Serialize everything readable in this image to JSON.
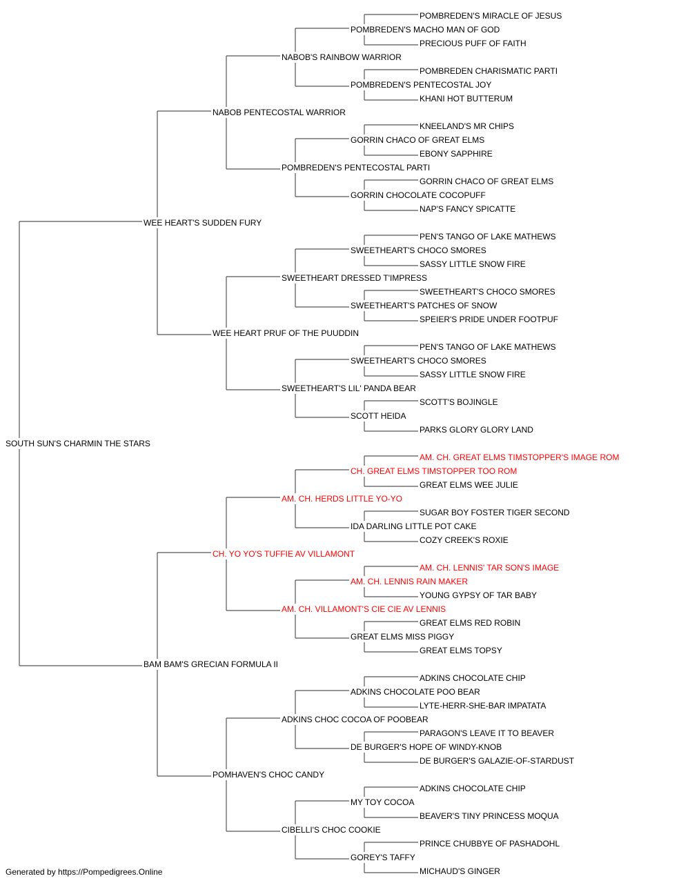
{
  "pedigree": {
    "subject": {
      "name": "SOUTH SUN'S CHARMIN THE STARS",
      "titled": false
    },
    "generations": [
      [
        {
          "name": "WEE HEART'S SUDDEN FURY",
          "titled": false
        },
        {
          "name": "BAM BAM'S GRECIAN FORMULA II",
          "titled": false
        }
      ],
      [
        {
          "name": "NABOB PENTECOSTAL WARRIOR",
          "titled": false
        },
        {
          "name": "WEE HEART PRUF OF THE PUUDDIN",
          "titled": false
        },
        {
          "name": "CH. YO YO'S TUFFIE AV VILLAMONT",
          "titled": true
        },
        {
          "name": "POMHAVEN'S CHOC CANDY",
          "titled": false
        }
      ],
      [
        {
          "name": "NABOB'S RAINBOW WARRIOR",
          "titled": false
        },
        {
          "name": "POMBREDEN'S PENTECOSTAL PARTI",
          "titled": false
        },
        {
          "name": "SWEETHEART DRESSED T'IMPRESS",
          "titled": false
        },
        {
          "name": "SWEETHEART'S LIL' PANDA BEAR",
          "titled": false
        },
        {
          "name": "AM. CH. HERDS LITTLE YO-YO",
          "titled": true
        },
        {
          "name": "AM. CH. VILLAMONT'S CIE CIE AV LENNIS",
          "titled": true
        },
        {
          "name": "ADKINS CHOC COCOA OF POOBEAR",
          "titled": false
        },
        {
          "name": "CIBELLI'S CHOC COOKIE",
          "titled": false
        }
      ],
      [
        {
          "name": "POMBREDEN'S MACHO MAN OF GOD",
          "titled": false
        },
        {
          "name": "POMBREDEN'S PENTECOSTAL JOY",
          "titled": false
        },
        {
          "name": "GORRIN CHACO OF GREAT ELMS",
          "titled": false
        },
        {
          "name": "GORRIN CHOCOLATE COCOPUFF",
          "titled": false
        },
        {
          "name": "SWEETHEART'S CHOCO SMORES",
          "titled": false
        },
        {
          "name": "SWEETHEART'S PATCHES OF SNOW",
          "titled": false
        },
        {
          "name": "SWEETHEART'S CHOCO SMORES",
          "titled": false
        },
        {
          "name": "SCOTT HEIDA",
          "titled": false
        },
        {
          "name": "CH. GREAT ELMS TIMSTOPPER TOO ROM",
          "titled": true
        },
        {
          "name": "IDA DARLING LITTLE POT CAKE",
          "titled": false
        },
        {
          "name": "AM. CH. LENNIS RAIN MAKER",
          "titled": true
        },
        {
          "name": "GREAT ELMS MISS PIGGY",
          "titled": false
        },
        {
          "name": "ADKINS CHOCOLATE POO BEAR",
          "titled": false
        },
        {
          "name": "DE BURGER'S HOPE OF WINDY-KNOB",
          "titled": false
        },
        {
          "name": "MY TOY COCOA",
          "titled": false
        },
        {
          "name": "GOREY'S TAFFY",
          "titled": false
        }
      ],
      [
        {
          "name": "POMBREDEN'S MIRACLE OF JESUS",
          "titled": false
        },
        {
          "name": "PRECIOUS PUFF OF FAITH",
          "titled": false
        },
        {
          "name": "POMBREDEN CHARISMATIC PARTI",
          "titled": false
        },
        {
          "name": "KHANI HOT BUTTERUM",
          "titled": false
        },
        {
          "name": "KNEELAND'S MR CHIPS",
          "titled": false
        },
        {
          "name": "EBONY SAPPHIRE",
          "titled": false
        },
        {
          "name": "GORRIN CHACO OF GREAT ELMS",
          "titled": false
        },
        {
          "name": "NAP'S FANCY SPICATTE",
          "titled": false
        },
        {
          "name": "PEN'S TANGO OF LAKE MATHEWS",
          "titled": false
        },
        {
          "name": "SASSY LITTLE SNOW FIRE",
          "titled": false
        },
        {
          "name": "SWEETHEART'S CHOCO SMORES",
          "titled": false
        },
        {
          "name": "SPEIER'S PRIDE UNDER FOOTPUF",
          "titled": false
        },
        {
          "name": "PEN'S TANGO OF LAKE MATHEWS",
          "titled": false
        },
        {
          "name": "SASSY LITTLE SNOW FIRE",
          "titled": false
        },
        {
          "name": "SCOTT'S BOJINGLE",
          "titled": false
        },
        {
          "name": "PARKS GLORY GLORY LAND",
          "titled": false
        },
        {
          "name": "AM. CH. GREAT ELMS TIMSTOPPER'S IMAGE ROM",
          "titled": true
        },
        {
          "name": "GREAT ELMS WEE JULIE",
          "titled": false
        },
        {
          "name": "SUGAR BOY FOSTER TIGER SECOND",
          "titled": false
        },
        {
          "name": "COZY CREEK'S ROXIE",
          "titled": false
        },
        {
          "name": "AM. CH. LENNIS' TAR SON'S IMAGE",
          "titled": true
        },
        {
          "name": "YOUNG GYPSY OF TAR BABY",
          "titled": false
        },
        {
          "name": "GREAT ELMS RED ROBIN",
          "titled": false
        },
        {
          "name": "GREAT ELMS TOPSY",
          "titled": false
        },
        {
          "name": "ADKINS CHOCOLATE CHIP",
          "titled": false
        },
        {
          "name": "LYTE-HERR-SHE-BAR IMPATATA",
          "titled": false
        },
        {
          "name": "PARAGON'S LEAVE IT TO BEAVER",
          "titled": false
        },
        {
          "name": "DE BURGER'S GALAZIE-OF-STARDUST",
          "titled": false
        },
        {
          "name": "ADKINS CHOCOLATE CHIP",
          "titled": false
        },
        {
          "name": "BEAVER'S TINY PRINCESS MOQUA",
          "titled": false
        },
        {
          "name": "PRINCE CHUBBYE OF PASHADOHL",
          "titled": false
        },
        {
          "name": "MICHAUD'S GINGER",
          "titled": false
        }
      ]
    ]
  },
  "colors": {
    "titled": "#ff0000",
    "normal": "#000000",
    "line": "#555555"
  },
  "footer": {
    "text": "Generated by https://Pompedigrees.Online"
  }
}
